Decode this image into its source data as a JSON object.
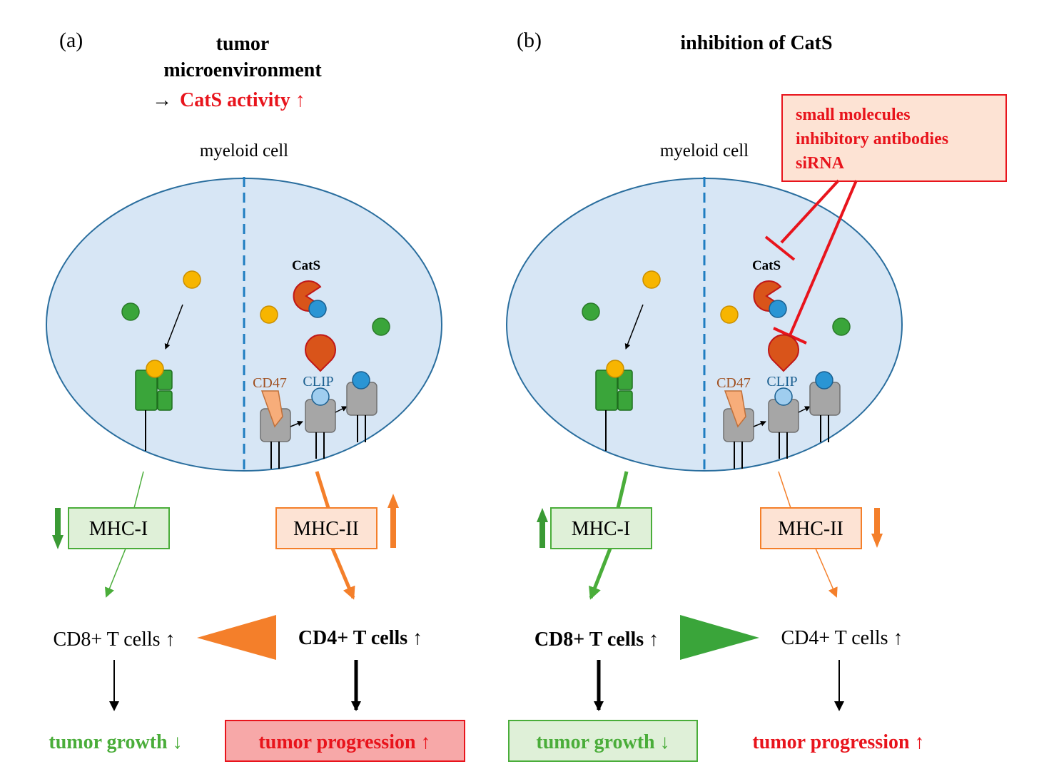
{
  "panel_a": {
    "label": "(a)",
    "title_line1": "tumor",
    "title_line2": "microenvironment",
    "title_arrow": "→",
    "title_line3": "CatS activity ↑",
    "cell_label": "myeloid cell",
    "cats_label": "CatS",
    "cd47_label": "CD47",
    "clip_label": "CLIP",
    "mhc1": "MHC-I",
    "mhc2": "MHC-II",
    "cd8": "CD8+ T cells ↑",
    "cd4": "CD4+ T cells ↑",
    "outcome_left": "tumor growth ↓",
    "outcome_right": "tumor progression ↑"
  },
  "panel_b": {
    "label": "(b)",
    "title": "inhibition of CatS",
    "inhibitors": [
      "small molecules",
      "inhibitory antibodies",
      "siRNA"
    ],
    "cell_label": "myeloid cell",
    "cats_label": "CatS",
    "cd47_label": "CD47",
    "clip_label": "CLIP",
    "mhc1": "MHC-I",
    "mhc2": "MHC-II",
    "cd8": "CD8+ T cells ↑",
    "cd4": "CD4+ T cells ↑",
    "outcome_left": "tumor growth ↓",
    "outcome_right": "tumor progression ↑"
  },
  "colors": {
    "red": "#e8141c",
    "green_text": "#4aad3a",
    "green": "#3a9a34",
    "orange": "#f47f2a",
    "cell_fill": "#d7e6f5",
    "cell_stroke": "#2a6e9e",
    "cats": "#d9541a",
    "clip_blue": "#2a95d4",
    "yellow": "#f7b500",
    "gray": "#a6a6a6",
    "cd47": "#f7ad7a"
  }
}
